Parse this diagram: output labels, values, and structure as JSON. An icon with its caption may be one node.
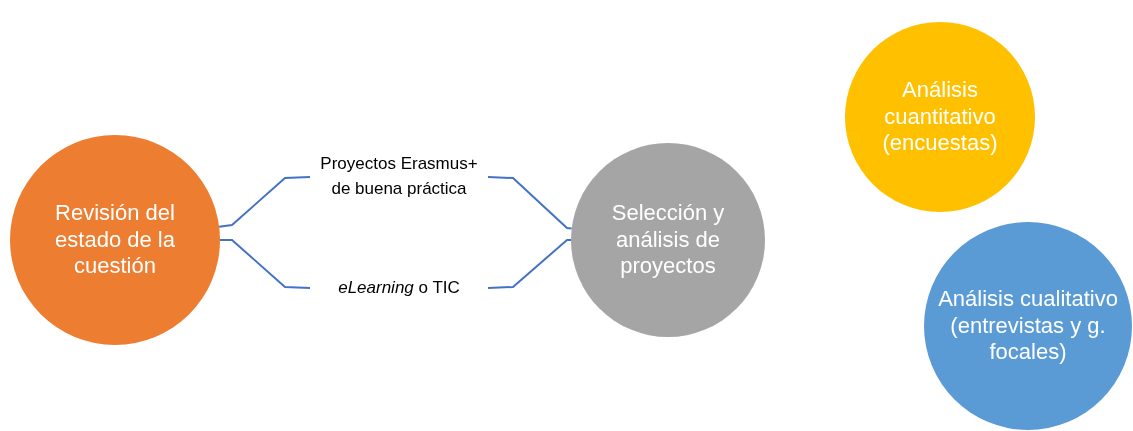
{
  "diagram": {
    "nodes": [
      {
        "text": [
          "Revisión del estado de la cuestión"
        ]
      },
      {
        "text": [
          "Proyectos Erasmus+ de buena práctica"
        ]
      },
      {
        "text": [
          "*eLearning* o TIC"
        ]
      },
      {
        "text": [
          "Selección y análisis de proyectos"
        ]
      },
      {
        "text": [
          "Análisis cuantitativo (encuestas)"
        ]
      },
      {
        "text": [
          "Análisis cualitativo (entrevistas y g. focales)"
        ]
      }
    ],
    "edges": [
      {
        "from": 0,
        "to": 1,
        "arrow": "none"
      },
      {
        "from": 1,
        "to": 3,
        "arrow": "none"
      },
      {
        "from": 0,
        "to": 2,
        "arrow": "none"
      },
      {
        "from": 2,
        "to": 3,
        "arrow": "none"
      }
    ]
  }
}
